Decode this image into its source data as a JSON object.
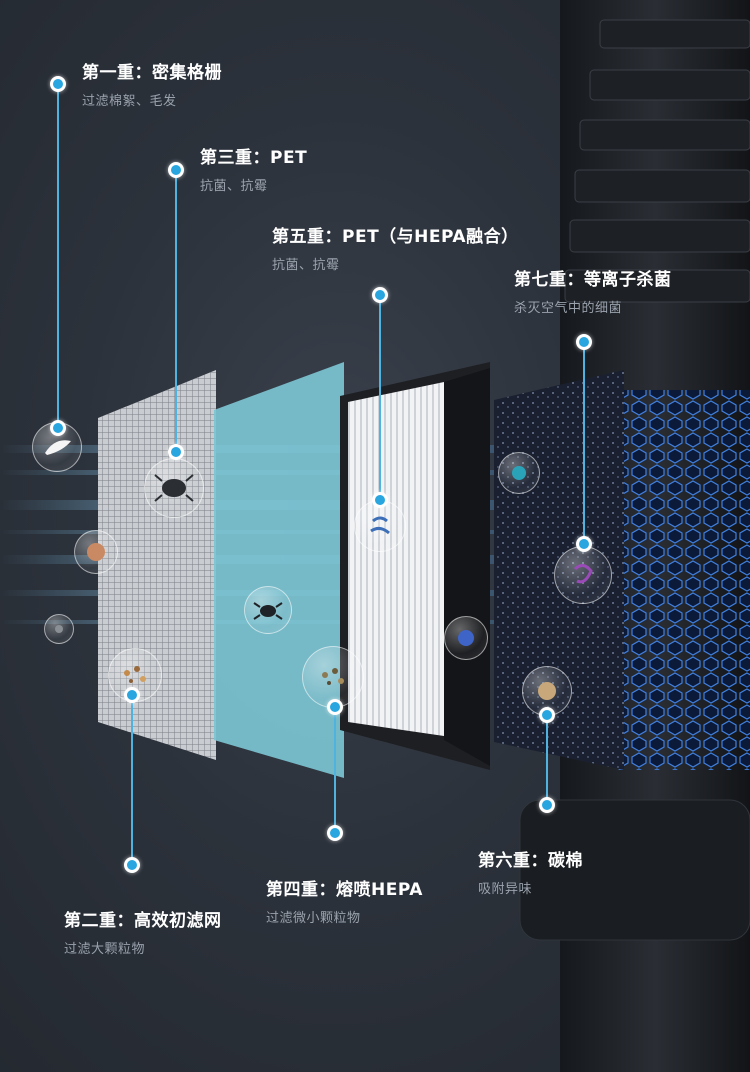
{
  "layers": [
    {
      "title": "第一重：密集格栅",
      "subtitle": "过滤棉絮、毛发",
      "icon": "feather-icon"
    },
    {
      "title": "第二重：高效初滤网",
      "subtitle": "过滤大颗粒物",
      "icon": "dust-particle-icon"
    },
    {
      "title": "第三重：PET",
      "subtitle": "抗菌、抗霉",
      "icon": "bacteria-icon"
    },
    {
      "title": "第四重：熔喷HEPA",
      "subtitle": "过滤微小颗粒物",
      "icon": "fine-particles-icon"
    },
    {
      "title": "第五重：PET（与HEPA融合）",
      "subtitle": "抗菌、抗霉",
      "icon": "germ-icon"
    },
    {
      "title": "第六重：碳棉",
      "subtitle": "吸附异味",
      "icon": "odor-particle-icon"
    },
    {
      "title": "第七重：等离子杀菌",
      "subtitle": "杀灭空气中的细菌",
      "icon": "virus-icon"
    }
  ],
  "colors": {
    "accent": "#29a6df",
    "background": "#2b3038",
    "filter_teal": "#7cc4d2",
    "hepa_frame": "#1e1f22"
  }
}
